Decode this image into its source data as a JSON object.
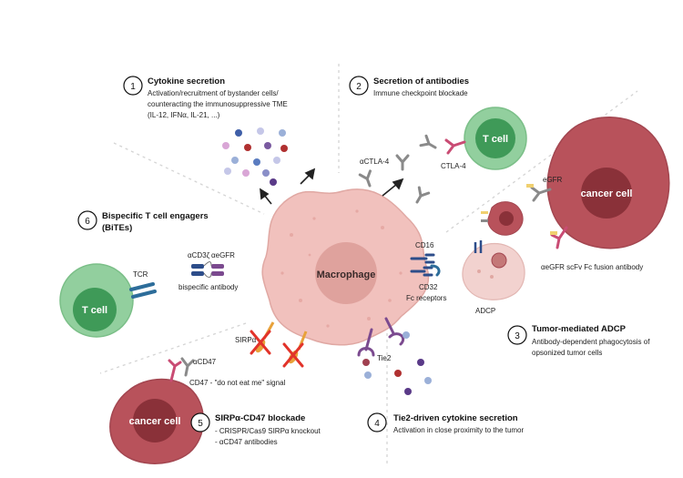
{
  "center": {
    "label": "Macrophage"
  },
  "sections": [
    {
      "number": "1",
      "title": "Cytokine secretion",
      "lines": [
        "Activation/recruitment of bystander cells/",
        "counteracting the immunosuppressive TME",
        "(IL-12, IFNα, IL-21, ...)"
      ]
    },
    {
      "number": "2",
      "title": "Secretion of antibodies",
      "lines": [
        "Immune checkpoint blockade"
      ]
    },
    {
      "number": "3",
      "title": "Tumor-mediated ADCP",
      "lines": [
        "Antibody-dependent phagocytosis of",
        "opsonized tumor cells"
      ]
    },
    {
      "number": "4",
      "title": "Tie2-driven cytokine secretion",
      "lines": [
        "Activation in close proximity to the tumor"
      ]
    },
    {
      "number": "5",
      "title": "SIRPα-CD47 blockade",
      "lines": [
        "- CRISPR/Cas9 SIRPα knockout",
        "- αCD47 antibodies"
      ]
    },
    {
      "number": "6",
      "title": "Bispecific T cell engagers",
      "title2": "(BiTEs)",
      "lines": []
    }
  ],
  "labels": {
    "t_cell": "T cell",
    "cancer_cell": "cancer cell",
    "actla4": "αCTLA-4",
    "ctla4": "CTLA-4",
    "egfr": "eGFR",
    "fusion": "αeGFR scFv Fc fusion antibody",
    "cd16": "CD16",
    "cd32": "CD32",
    "fc_receptors": "Fc receptors",
    "adcp": "ADCP",
    "tie2": "Tie2",
    "sirpa": "SIRPα",
    "acd47": "αCD47",
    "cd47_signal": "CD47 - \"do not eat me\" signal",
    "tcr": "TCR",
    "acd3": "αCD3ζ",
    "aegfr": "αeGFR",
    "bispecific": "bispecific antibody"
  },
  "colors": {
    "macrophage": "#f1c1bd",
    "macrophage_nucleus": "#dfa29d",
    "t_cell": "#92cf9e",
    "t_cell_nucleus": "#3f9a58",
    "cancer_cell": "#b8525b",
    "cancer_nucleus": "#8a3139",
    "antibody": "#8a8a8a",
    "receptor_pink": "#c94c74",
    "tcr_blue": "#2d6d9a",
    "tie2_purple": "#7b4a8f",
    "sirpa_orange": "#e8a23a",
    "cross_red": "#e2332a"
  }
}
